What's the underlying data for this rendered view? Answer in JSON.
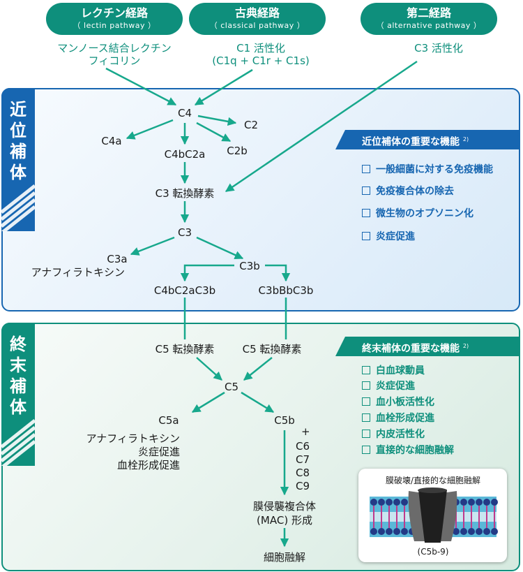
{
  "pathways": [
    {
      "title": "レクチン経路",
      "sub": "（ lectin pathway ）",
      "trigger": [
        "マンノース結合レクチン",
        "フィコリン"
      ]
    },
    {
      "title": "古典経路",
      "sub": "（ classical pathway ）",
      "trigger": [
        "C1 活性化",
        "(C1q + C1r + C1s)"
      ]
    },
    {
      "title": "第二経路",
      "sub": "（ alternative pathway ）",
      "trigger": [
        "C3 活性化"
      ]
    }
  ],
  "proximal": {
    "tab": [
      "近",
      "位",
      "補",
      "体"
    ],
    "banner": "近位補体の重要な機能",
    "banner_ref": "2)",
    "functions": [
      "一般細菌に対する免疫機能",
      "免疫複合体の除去",
      "微生物のオプソニン化",
      "炎症促進"
    ],
    "nodes": {
      "c4": "C4",
      "c2": "C2",
      "c4a": "C4a",
      "c4bc2a": "C4bC2a",
      "c2b": "C2b",
      "c3conv": "C3 転換酵素",
      "c3": "C3",
      "c3a": "C3a",
      "c3a_desc": "アナフィラトキシン",
      "c3b": "C3b",
      "c4bc2ac3b": "C4bC2aC3b",
      "c3bbbc3b": "C3bBbC3b"
    }
  },
  "terminal": {
    "tab": [
      "終",
      "末",
      "補",
      "体"
    ],
    "banner": "終末補体の重要な機能",
    "banner_ref": "2)",
    "functions": [
      "白血球動員",
      "炎症促進",
      "血小板活性化",
      "血栓形成促進",
      "内皮活性化",
      "直接的な細胞融解"
    ],
    "nodes": {
      "c5conv_left": "C5 転換酵素",
      "c5conv_right": "C5 転換酵素",
      "c5": "C5",
      "c5a": "C5a",
      "c5a_desc": [
        "アナフィラトキシン",
        "炎症促進",
        "血栓形成促進"
      ],
      "c5b": "C5b",
      "plus": "+",
      "c6_9": [
        "C6",
        "C7",
        "C8",
        "C9"
      ],
      "mac": [
        "膜侵襲複合体",
        "(MAC) 形成"
      ],
      "lysis": "細胞融解"
    },
    "mac_card": {
      "title": "膜破壊/直接的な細胞融解",
      "caption": "(C5b-9)"
    }
  },
  "colors": {
    "teal": "#0e8f7c",
    "blue": "#1766b1",
    "arrow": "#17a88c"
  }
}
